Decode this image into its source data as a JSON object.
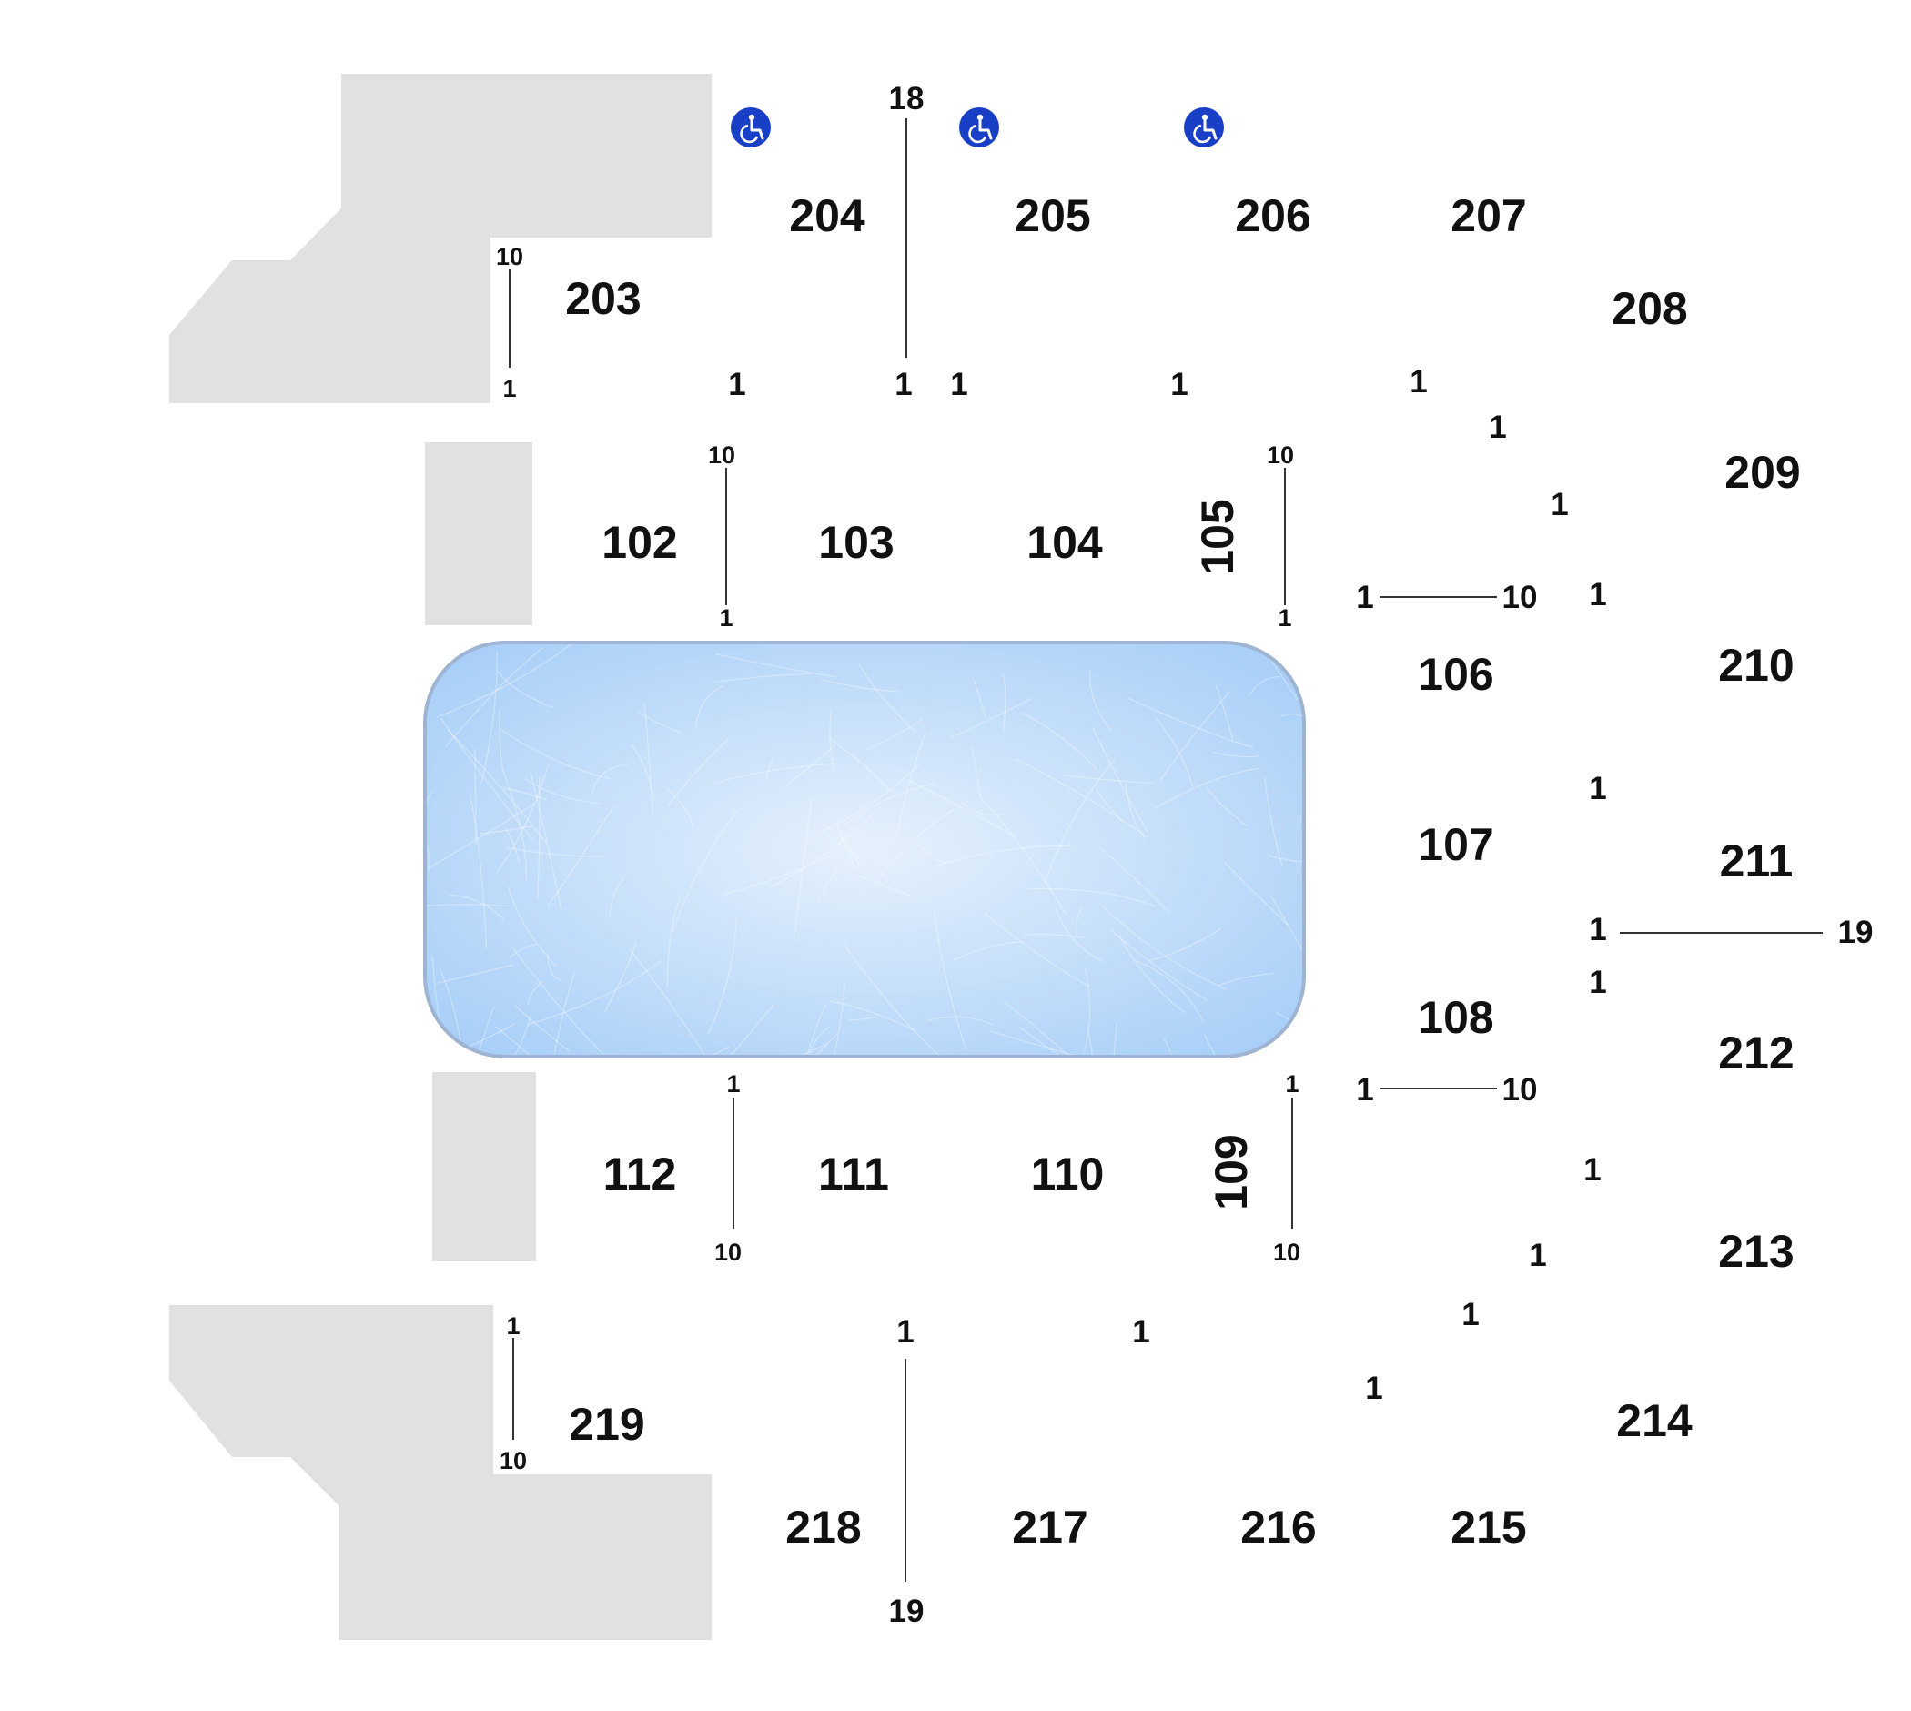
{
  "colors": {
    "background": "#ffffff",
    "text": "#111111",
    "blocked_area": "#e1e1e1",
    "ice_center": "#e6f1fc",
    "ice_edge": "#a9cff8",
    "ice_border": "#9fb4d2",
    "accessible_badge": "#1a3fc7"
  },
  "lower_sections": [
    "102",
    "103",
    "104",
    "105",
    "106",
    "107",
    "108",
    "109",
    "110",
    "111",
    "112"
  ],
  "upper_sections": [
    "203",
    "204",
    "205",
    "206",
    "207",
    "208",
    "209",
    "210",
    "211",
    "212",
    "213",
    "214",
    "215",
    "216",
    "217",
    "218",
    "219"
  ],
  "row_numbers": {
    "r204_top": "18",
    "r203_top": "10",
    "r203_bot": "1",
    "r204_b1": "1",
    "r204_b2": "1",
    "r205_b1": "1",
    "r206_b1": "1",
    "r207_b1": "1",
    "r208_a": "1",
    "r208_b": "1",
    "r209_a": "1",
    "r102_top": "10",
    "r102_bot": "1",
    "r105_top": "10",
    "r105_bot": "1",
    "r106_left": "1",
    "r106_right": "10",
    "r210_a": "1",
    "r210_b": "1",
    "r211_left": "1",
    "r211_right": "19",
    "r212_a": "1",
    "r212_b": "1",
    "r213_a": "1",
    "r213_b": "1",
    "r214_a": "1",
    "r108_left": "1",
    "r108_right": "10",
    "r111_top": "1",
    "r111_bot": "10",
    "r109_top": "1",
    "r109_bot": "10",
    "r219_top": "1",
    "r219_bot": "10",
    "r218_top": "1",
    "r218_bot": "19",
    "r216_top": "1"
  },
  "icons": {
    "accessible": "wheelchair-accessible-icon",
    "accessible_count": 3
  }
}
